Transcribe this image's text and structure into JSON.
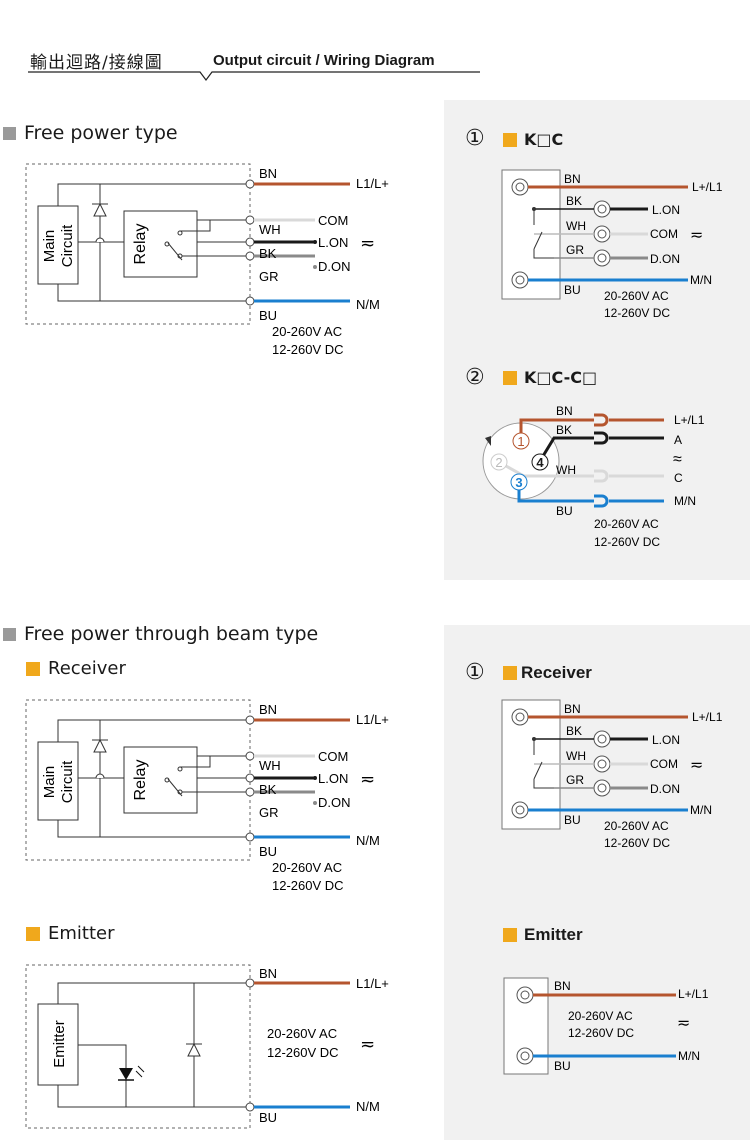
{
  "header": {
    "title_cn": "輸出迴路/接線圖",
    "title_en": "Output circuit / Wiring Diagram"
  },
  "sections": {
    "free_power": {
      "title": "Free power type"
    },
    "through_beam": {
      "title": "Free power through beam type",
      "receiver": "Receiver",
      "emitter": "Emitter"
    }
  },
  "wires": {
    "bn": "BN",
    "bk": "BK",
    "wh": "WH",
    "gr": "GR",
    "bu": "BU",
    "l1": "L1/L+",
    "lplus": "L+/L1",
    "com": "COM",
    "lon": "L.ON",
    "don": "D.ON",
    "nm": "N/M",
    "mn": "M/N",
    "a": "A",
    "c": "C",
    "ac": "≂",
    "approx": "≈"
  },
  "blocks": {
    "main": "Main",
    "circuit": "Circuit",
    "relay": "Relay",
    "emitter": "Emitter"
  },
  "voltage": {
    "ac": "20-260V AC",
    "dc": "12-260V DC"
  },
  "models": {
    "m1": {
      "num": "①",
      "label": "K□C"
    },
    "m2": {
      "num": "②",
      "label": "K□C-C□"
    },
    "receiver": {
      "num": "①",
      "label": "Receiver"
    },
    "emitter": {
      "label": "Emitter"
    }
  },
  "pins": {
    "p1": "1",
    "p2": "2",
    "p3": "3",
    "p4": "4"
  },
  "colors": {
    "brown": "#b5552e",
    "black": "#1a1a1a",
    "white": "#d9d9d9",
    "gray": "#8a8a8a",
    "blue": "#1a7fcf",
    "orange": "#f0a81c",
    "panel": "#f1f1f1"
  }
}
